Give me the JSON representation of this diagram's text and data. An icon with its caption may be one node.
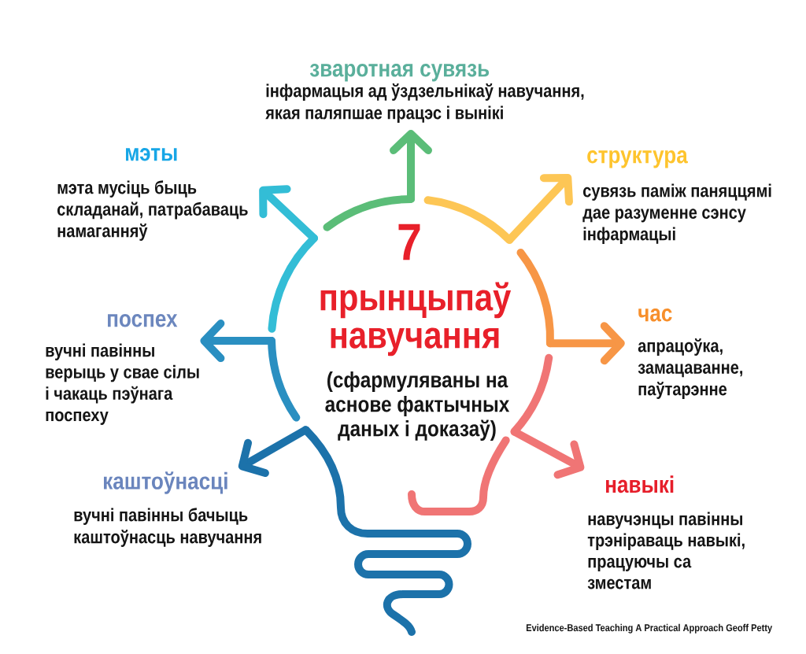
{
  "diagram": {
    "nodes": [
      {
        "text": [
          "7",
          "прынцыпаў навучання",
          "(сфармуляваны на аснове фактычных даных і доказаў)"
        ]
      },
      {
        "text": [
          "зваротная сувязь",
          "інфармацыя ад ўздзельнікаў навучання, якая паляпшае працэс і вынікі"
        ]
      },
      {
        "text": [
          "мэты",
          "мэта мусіць быць складанай, патрабаваць намаганняў"
        ]
      },
      {
        "text": [
          "структура",
          "сувязь паміж паняццямі дае разуменне сэнсу інфармацыі"
        ]
      },
      {
        "text": [
          "поспех",
          "вучні павінны верыць у свае сілы і чакаць пэўнага поспеху"
        ]
      },
      {
        "text": [
          "час",
          "апрацоўка, замацаванне, паўтарэнне"
        ]
      },
      {
        "text": [
          "каштоўнасці",
          "вучні павінны бачыць каштоўнасць навучання"
        ]
      },
      {
        "text": [
          "навыкі",
          "навучэнцы павінны трэніраваць навыкі, працуючы са зместам"
        ]
      }
    ],
    "edges": [
      {
        "from": 0,
        "to": 1,
        "arrow": "to",
        "color": "#5bbd78"
      },
      {
        "from": 0,
        "to": 2,
        "arrow": "to",
        "color": "#33bdd6"
      },
      {
        "from": 0,
        "to": 3,
        "arrow": "to",
        "color": "#fdc655"
      },
      {
        "from": 0,
        "to": 4,
        "arrow": "to",
        "color": "#2a8fc1"
      },
      {
        "from": 0,
        "to": 5,
        "arrow": "to",
        "color": "#f79646"
      },
      {
        "from": 0,
        "to": 6,
        "arrow": "to",
        "color": "#1c72aa"
      },
      {
        "from": 0,
        "to": 7,
        "arrow": "to",
        "color": "#f07575"
      }
    ],
    "labels": [
      "Evidence-Based Teaching A Practical Approach Geoff Petty"
    ]
  }
}
